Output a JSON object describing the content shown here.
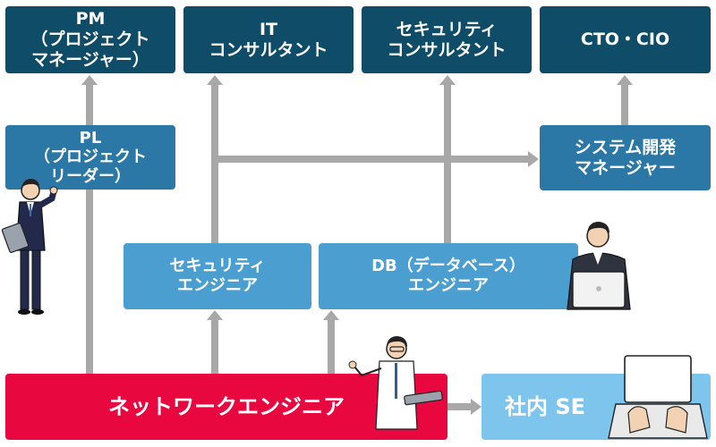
{
  "nodes": {
    "pm": {
      "line1": "PM",
      "line2": "（プロジェクト",
      "line3": "マネージャー）"
    },
    "it_consultant": {
      "line1": "IT",
      "line2": "コンサルタント"
    },
    "security_consultant": {
      "line1": "セキュリティ",
      "line2": "コンサルタント"
    },
    "cto_cio": {
      "line1": "CTO・CIO"
    },
    "pl": {
      "line1": "PL",
      "line2": "（プロジェクト",
      "line3": "リーダー）"
    },
    "system_dev_manager": {
      "line1": "システム開発",
      "line2": "マネージャー"
    },
    "security_engineer": {
      "line1": "セキュリティ",
      "line2": "エンジニア"
    },
    "db_engineer": {
      "line1": "DB（データベース）",
      "line2": "エンジニア"
    },
    "network_engineer": {
      "line1": "ネットワークエンジニア"
    },
    "internal_se": {
      "line1": "社内 SE"
    }
  },
  "colors": {
    "dark_box": "#0f4c68",
    "mid_box": "#2b78a7",
    "light_box": "#4b9fd0",
    "network_box": "#e8073f",
    "internal_se_box": "#7ec5ee",
    "arrow": "#a8a8a8"
  },
  "illustrations": [
    "businessman-standing-with-tablet",
    "engineer-at-laptop",
    "engineer-presenting-with-laptop",
    "hands-typing-on-laptop"
  ]
}
